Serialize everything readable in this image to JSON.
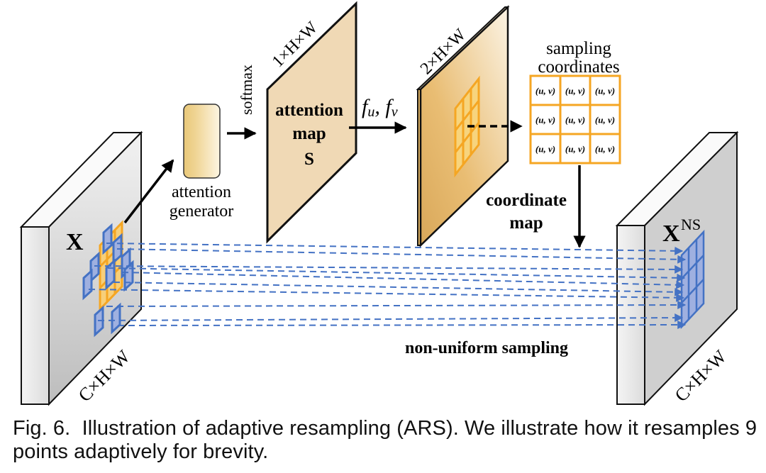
{
  "figure": {
    "input_tensor": {
      "label": "X",
      "dims": "C×H×W"
    },
    "attention_generator": {
      "line1": "attention",
      "line2": "generator"
    },
    "softmax": "softmax",
    "attention_map": {
      "line1": "attention",
      "line2": "map",
      "line3": "S",
      "dims": "1×H×W"
    },
    "offset_funcs": "f_u, f_v",
    "offset_map": {
      "dims": "2×H×W"
    },
    "sampling_coordinates": {
      "title_line1": "sampling",
      "title_line2": "coordinates",
      "cells": [
        [
          "(u, v)",
          "(u, v)",
          "(u, v)"
        ],
        [
          "(u, v)",
          "(u, v)",
          "(u, v)"
        ],
        [
          "(u, v)",
          "(u, v)",
          "(u, v)"
        ]
      ]
    },
    "coordinate_map": {
      "line1": "coordinate",
      "line2": "map"
    },
    "output_tensor": {
      "label": "X",
      "superscript": "NS",
      "dims": "C×H×W"
    },
    "non_uniform_sampling": "non-uniform sampling",
    "colors": {
      "orange": "#f5a623",
      "blue": "#4472c4",
      "blue_fill": "#9fb0e0",
      "tan": "#f0d9b5",
      "gray_face": "#d4d4d4"
    }
  },
  "caption": {
    "prefix": "Fig. 6.",
    "text": "Illustration of adaptive resampling (ARS). We illustrate how it resamples 9 points adaptively for brevity."
  }
}
